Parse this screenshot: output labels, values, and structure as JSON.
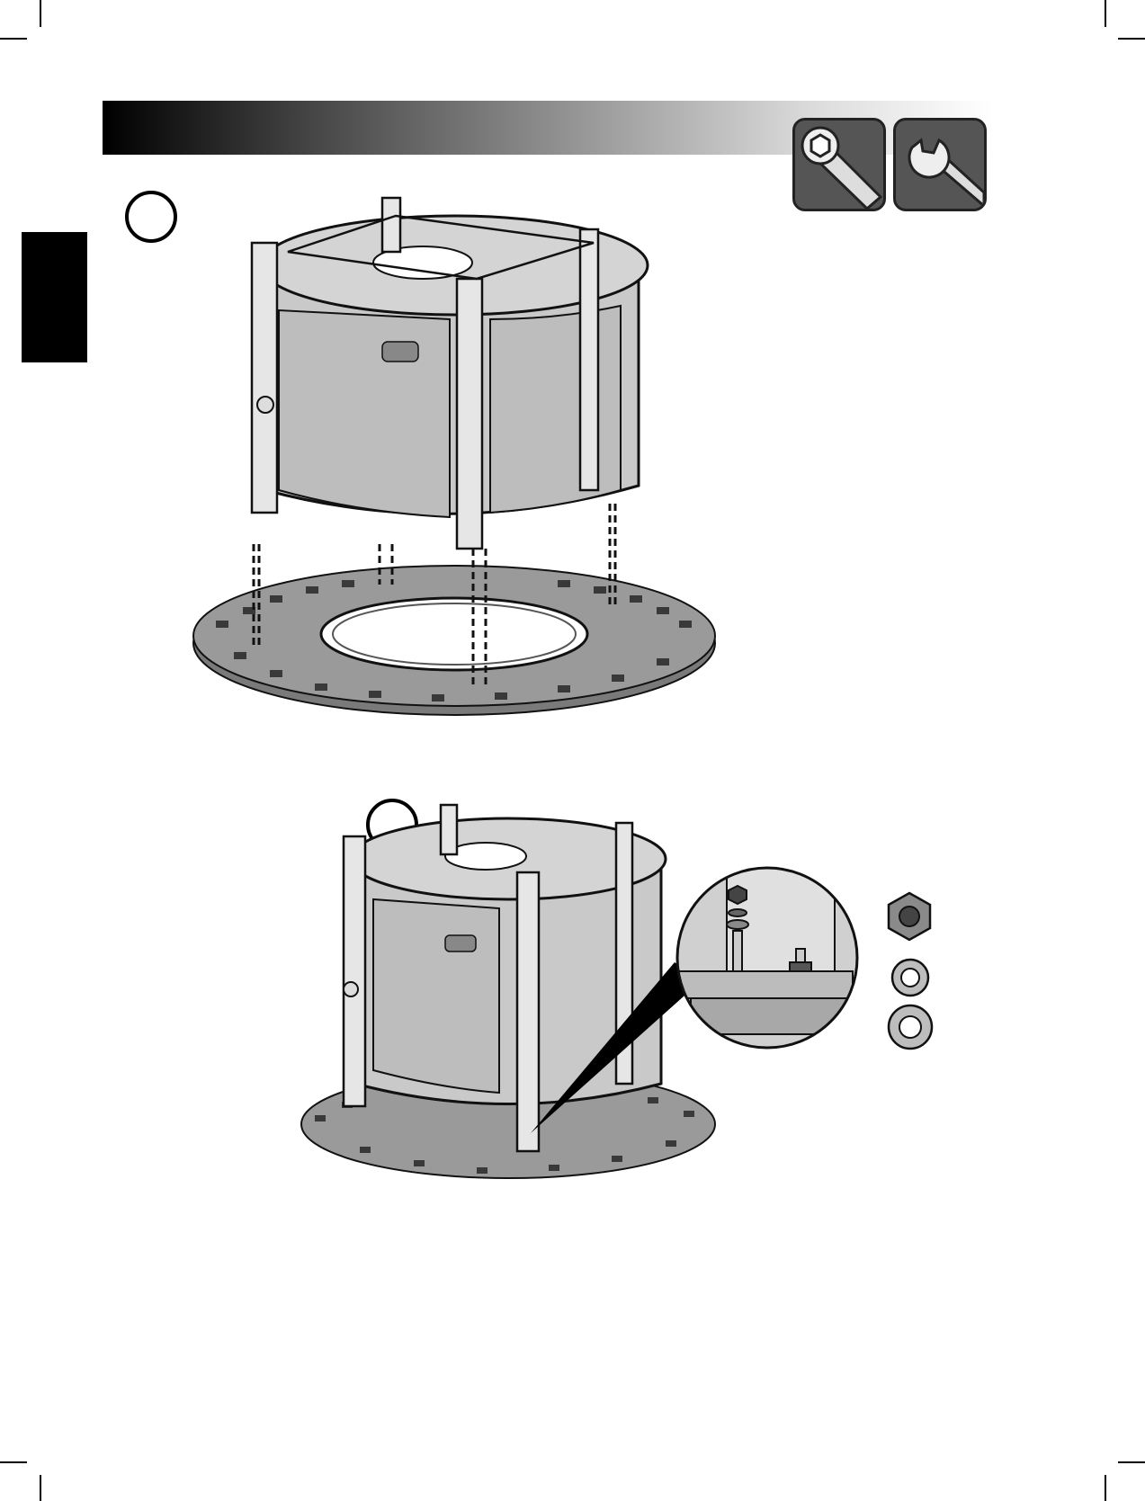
{
  "page": {
    "bg_color": "#ffffff",
    "header_gradient_start": "#000000",
    "header_gradient_end": "#ffffff"
  },
  "tools": [
    {
      "icon": "hex-key-icon"
    },
    {
      "icon": "wrench-icon"
    }
  ],
  "steps": [
    {
      "icon": "step-number-circle"
    },
    {
      "icon": "step-number-circle"
    }
  ],
  "figures": {
    "step_one": {
      "icon": "fire-pit-lowering-onto-base-illustration"
    },
    "step_two": {
      "icon": "fire-pit-assembled-on-base-illustration"
    },
    "detail": {
      "icon": "bolt-nut-washer-detail-icon"
    },
    "hardware": [
      {
        "icon": "hex-nut-icon"
      },
      {
        "icon": "lock-washer-icon"
      },
      {
        "icon": "flat-washer-icon"
      }
    ]
  }
}
